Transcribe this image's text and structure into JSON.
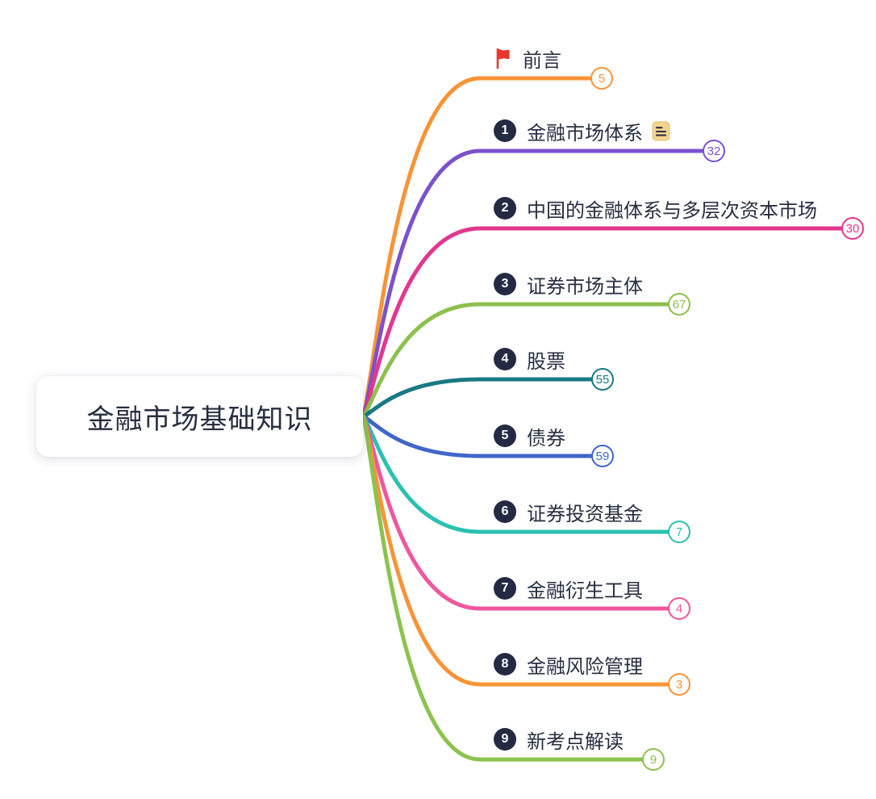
{
  "central_topic": {
    "label": "金融市场基础知识"
  },
  "branches": [
    {
      "label": "前言",
      "number": null,
      "marker_icon": "flag-icon",
      "note_icon": null,
      "count": "5",
      "color": "#F79438"
    },
    {
      "label": "金融市场体系",
      "number": "1",
      "marker_icon": null,
      "note_icon": "note-icon",
      "count": "32",
      "color": "#7B52CC"
    },
    {
      "label": "中国的金融体系与多层次资本市场",
      "number": "2",
      "marker_icon": null,
      "note_icon": null,
      "count": "30",
      "color": "#E2378E"
    },
    {
      "label": "证券市场主体",
      "number": "3",
      "marker_icon": null,
      "note_icon": null,
      "count": "67",
      "color": "#8DC04F"
    },
    {
      "label": "股票",
      "number": "4",
      "marker_icon": null,
      "note_icon": null,
      "count": "55",
      "color": "#1A7983"
    },
    {
      "label": "债券",
      "number": "5",
      "marker_icon": null,
      "note_icon": null,
      "count": "59",
      "color": "#4066C9"
    },
    {
      "label": "证券投资基金",
      "number": "6",
      "marker_icon": null,
      "note_icon": null,
      "count": "7",
      "color": "#2BC1AE"
    },
    {
      "label": "金融衍生工具",
      "number": "7",
      "marker_icon": null,
      "note_icon": null,
      "count": "4",
      "color": "#F0579D"
    },
    {
      "label": "金融风险管理",
      "number": "8",
      "marker_icon": null,
      "note_icon": null,
      "count": "3",
      "color": "#F79438"
    },
    {
      "label": "新考点解读",
      "number": "9",
      "marker_icon": null,
      "note_icon": null,
      "count": "9",
      "color": "#8CC24E"
    }
  ],
  "theme": {
    "background": "#ffffff",
    "topic_text_color": "#272E41",
    "number_chip_bg": "#232A42",
    "flag_color": "#E8382C",
    "note_icon_fill": "#F3D48F"
  }
}
